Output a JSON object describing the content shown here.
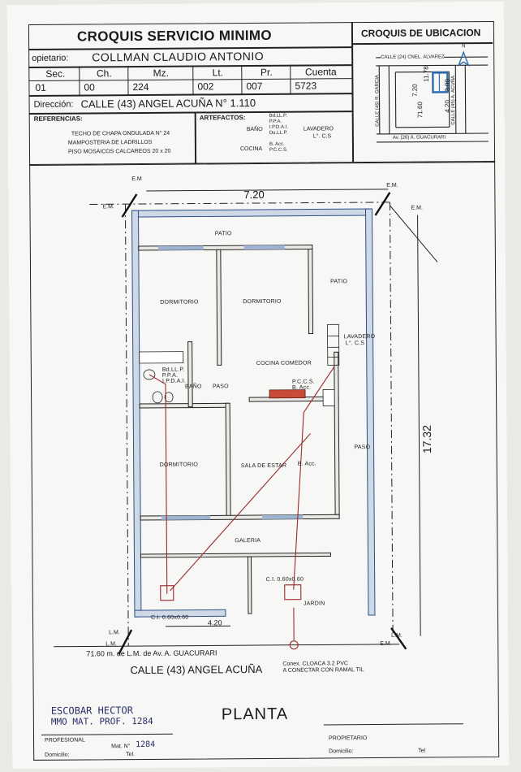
{
  "header": {
    "title": "CROQUIS SERVICIO MINIMO",
    "location_title": "CROQUIS DE UBICACION",
    "owner_label": "opietario:",
    "owner_name": "COLLMAN CLAUDIO ANTONIO",
    "columns": [
      "Sec.",
      "Ch.",
      "Mz.",
      "Lt.",
      "Pr.",
      "Cuenta"
    ],
    "values": [
      "01",
      "00",
      "224",
      "002",
      "007",
      "5723"
    ],
    "address_label": "Dirección:",
    "address": "CALLE (43) ANGEL ACUÑA N° 1.110"
  },
  "references": {
    "title": "REFERENCIAS:",
    "items": [
      "TECHO DE CHAPA ONDULADA N° 24",
      "MAMPOSTERIA DE LADRILLOS",
      "PISO MOSAICOS CALCAREOS 20 x 20"
    ]
  },
  "artefactos": {
    "title": "ARTEFACTOS:",
    "bano_label": "BAÑO",
    "bano_items": [
      "Bd.LL.P.",
      "P.P.A.",
      "I.P.D.A.I.",
      "Du.LL.P."
    ],
    "lavadero_label": "LAVADERO",
    "lavadero_items": [
      "L°. C.S"
    ],
    "cocina_label": "COCINA",
    "cocina_items": [
      "B. Acc.",
      "P.C.C.S."
    ]
  },
  "location_map": {
    "top_street": "CALLE (24) CNEL. ALVAREZ",
    "bottom_street": "Av. (26) A. GUACURARI",
    "left_street": "CALLE (45) R. GARCIA",
    "right_street": "CALLE (45) A. ACUÑA",
    "dims": [
      "7.20",
      "11.78",
      "3.00",
      "71.60",
      "4.20"
    ],
    "north": "N"
  },
  "plan": {
    "em_labels": [
      "E.M",
      "E.M.",
      "E.M.",
      "E.M."
    ],
    "lm_labels": [
      "L.M.",
      "L.M.",
      "L.M.",
      "E.M."
    ],
    "top_dim": "7.20",
    "right_dim": "17.32",
    "bottom_dim": "4.20",
    "rooms": {
      "patio_top": "PATIO",
      "patio": "PATIO",
      "dormitorio1": "DORMITORIO",
      "dormitorio2": "DORMITORIO",
      "dormitorio3": "DORMITORIO",
      "bano": "BAÑO",
      "paso": "PASO",
      "paso_right": "PASO",
      "cocina": "COCINA COMEDOR",
      "sala": "SALA DE ESTAR",
      "galeria": "GALERIA",
      "jardin": "JARDIN",
      "lavadero": "LAVADERO",
      "lavadero_sub": "L°. C.S"
    },
    "bano_fixtures": [
      "Bd.LL.P.",
      "P.P.A.",
      "I.P.D.A.I."
    ],
    "cocina_fixtures": [
      "P.C.C.S.",
      "B. Acc."
    ],
    "sala_fixture": "B. Acc.",
    "ci_left": "C.I. 0.60x0.60",
    "ci_right": "C.I. 0.60x0.60",
    "distance_note": "71.60 m. de L.M. de Av. A. GUACURARI",
    "street": "CALLE (43) ANGEL ACUÑA",
    "conex_line1": "Conex. CLOACA 3.2 PVC",
    "conex_line2": "A CONECTAR CON RAMAL TIL"
  },
  "footer": {
    "plan_title": "PLANTA",
    "signature_line1": "ESCOBAR HECTOR",
    "signature_line2": "MMO MAT. PROF. 1284",
    "profesional_label": "PROFESIONAL",
    "mat_label": "Mat. N°",
    "mat_value": "1284",
    "domicilio_label": "Domicilio:",
    "tel_label": "Tel.",
    "propietario_label": "PROPIETARIO",
    "domicilio2_label": "Domicilio:",
    "tel2_label": "Tel"
  },
  "colors": {
    "wall_fill": "#cfd9e6",
    "wall_line": "#2d4f8a",
    "drain": "#9b2a2a",
    "ink": "#1a1a1a"
  }
}
